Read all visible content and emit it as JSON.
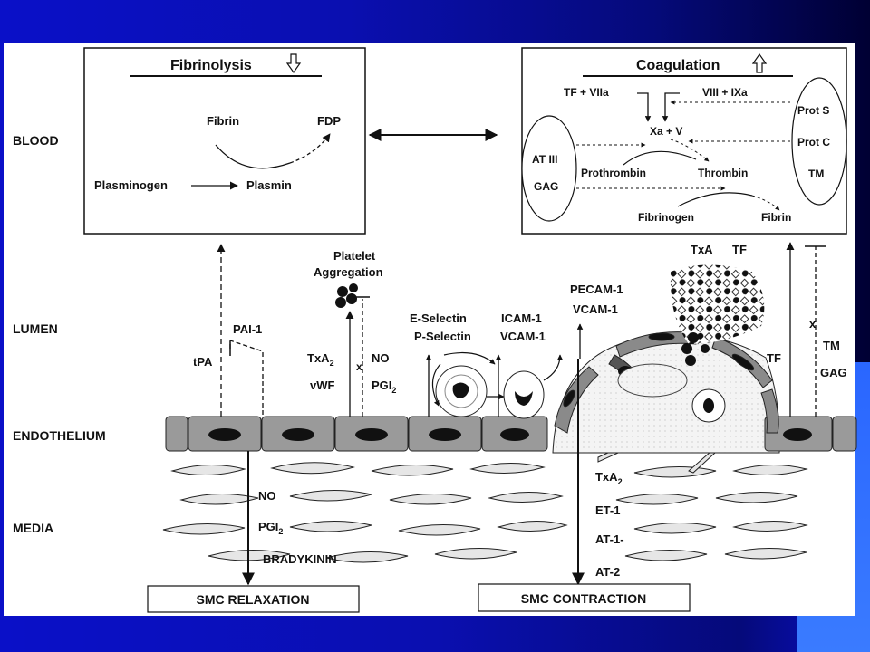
{
  "layers": {
    "blood": "BLOOD",
    "lumen": "LUMEN",
    "endothelium": "ENDOTHELIUM",
    "media": "MEDIA"
  },
  "fibrinolysis": {
    "title": "Fibrinolysis",
    "fibrin": "Fibrin",
    "fdp": "FDP",
    "plasminogen": "Plasminogen",
    "plasmin": "Plasmin"
  },
  "coagulation": {
    "title": "Coagulation",
    "tf_viia": "TF + VIIa",
    "viii_ixa": "VIII + IXa",
    "xa_v": "Xa + V",
    "prot_s": "Prot S",
    "prot_c": "Prot C",
    "tm": "TM",
    "at3": "AT III",
    "gag": "GAG",
    "prothrombin": "Prothrombin",
    "thrombin": "Thrombin",
    "fibrinogen": "Fibrinogen",
    "fibrin": "Fibrin"
  },
  "lumen_labels": {
    "pai1": "PAI-1",
    "tpa": "tPA",
    "platelet": "Platelet",
    "aggregation": "Aggregation",
    "txa2": "TxA",
    "sub2": "2",
    "vwf": "vWF",
    "no": "NO",
    "pgi": "PGI",
    "e_selectin": "E-Selectin",
    "p_selectin": "P-Selectin",
    "icam1": "ICAM-1",
    "vcam1": "VCAM-1",
    "pecam1": "PECAM-1",
    "vcam1b": "VCAM-1",
    "txa_top": "TxA",
    "tf_top": "TF",
    "tf_right": "TF",
    "tm_right": "TM",
    "gag_right": "GAG"
  },
  "media_labels": {
    "no": "NO",
    "pgi": "PGI",
    "sub2": "2",
    "bradykinin": "BRADYKININ",
    "txa": "TxA",
    "et1": "ET-1",
    "at1": "AT-1-",
    "at2": "AT-2"
  },
  "outcomes": {
    "relaxation": "SMC RELAXATION",
    "contraction": "SMC CONTRACTION"
  },
  "colors": {
    "background": "#0a10c8",
    "accent": "#3a7bff",
    "cell_fill": "#9a9a9a",
    "smc_fill": "#e4e4e4"
  }
}
